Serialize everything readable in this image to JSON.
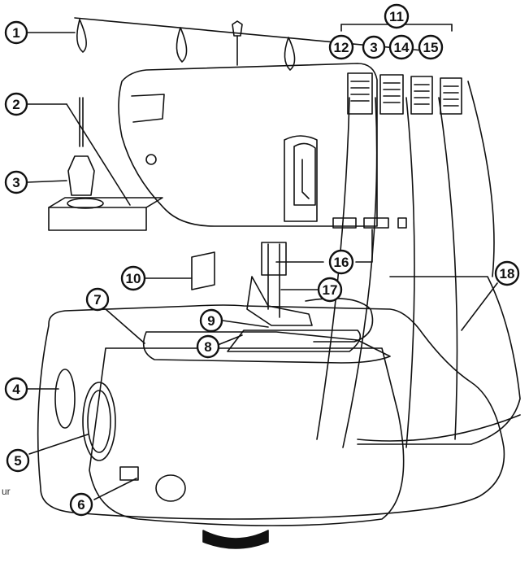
{
  "diagram": {
    "callouts": [
      {
        "id": "c1",
        "label": "1"
      },
      {
        "id": "c2",
        "label": "2"
      },
      {
        "id": "c3",
        "label": "3"
      },
      {
        "id": "c4",
        "label": "4"
      },
      {
        "id": "c5",
        "label": "5"
      },
      {
        "id": "c6",
        "label": "6"
      },
      {
        "id": "c7",
        "label": "7"
      },
      {
        "id": "c8",
        "label": "8"
      },
      {
        "id": "c9",
        "label": "9"
      },
      {
        "id": "c10",
        "label": "10"
      },
      {
        "id": "c11",
        "label": "11"
      },
      {
        "id": "c12",
        "label": "12"
      },
      {
        "id": "c13",
        "label": "3"
      },
      {
        "id": "c14",
        "label": "14"
      },
      {
        "id": "c15",
        "label": "15"
      },
      {
        "id": "c16",
        "label": "16"
      },
      {
        "id": "c17",
        "label": "17"
      },
      {
        "id": "c18",
        "label": "18"
      }
    ],
    "stray_text": "ur"
  }
}
